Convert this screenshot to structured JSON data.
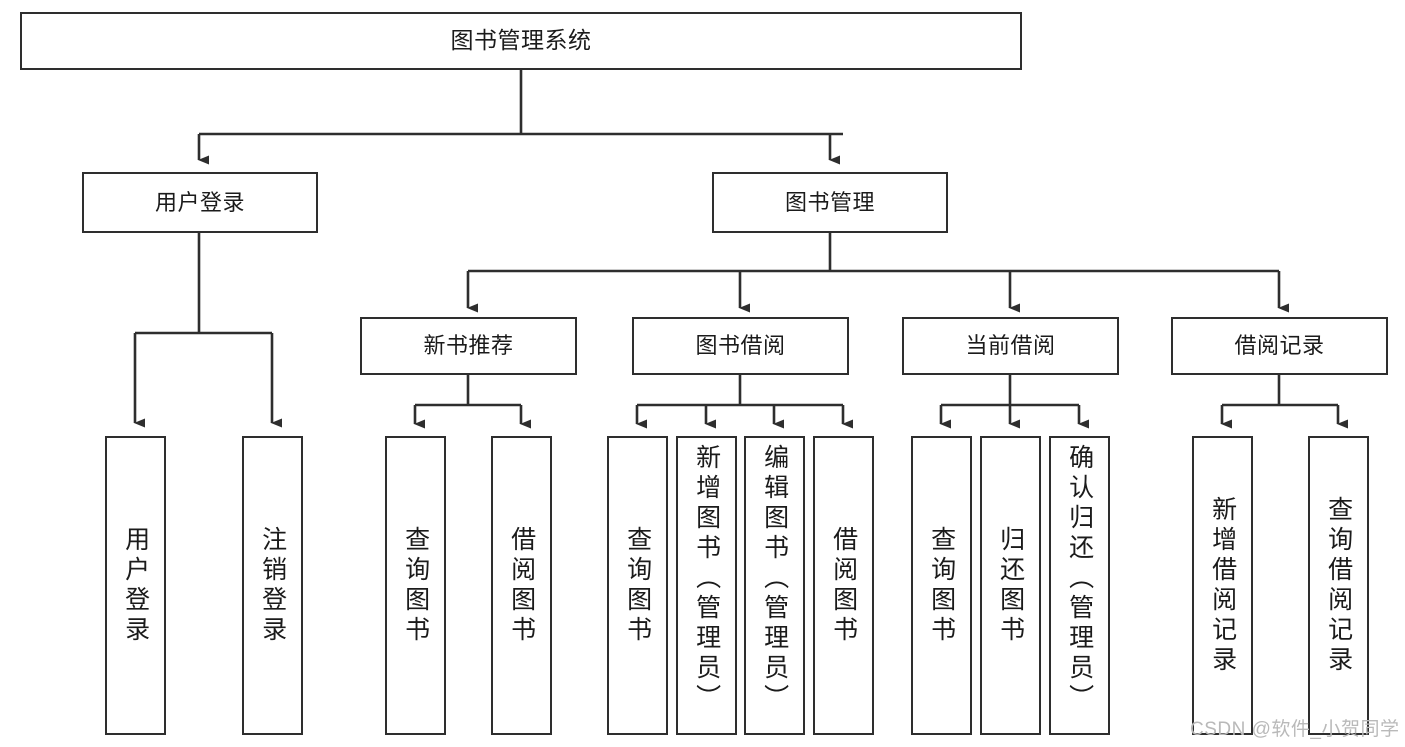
{
  "diagram": {
    "title": "图书管理系统",
    "type": "hierarchy-tree",
    "levels": {
      "root": {
        "label": "图书管理系统"
      },
      "level2": [
        {
          "id": "user-login",
          "label": "用户登录"
        },
        {
          "id": "book-manage",
          "label": "图书管理"
        }
      ],
      "level3": [
        {
          "id": "new-book-recommend",
          "label": "新书推荐",
          "parent": "book-manage"
        },
        {
          "id": "book-borrow",
          "label": "图书借阅",
          "parent": "book-manage"
        },
        {
          "id": "current-borrow",
          "label": "当前借阅",
          "parent": "book-manage"
        },
        {
          "id": "borrow-record",
          "label": "借阅记录",
          "parent": "book-manage"
        }
      ],
      "leaves": [
        {
          "id": "leaf-user-login",
          "label": "用户登录",
          "parent": "user-login"
        },
        {
          "id": "leaf-logout-login",
          "label": "注销登录",
          "parent": "user-login"
        },
        {
          "id": "leaf-query-book-1",
          "label": "查询图书",
          "parent": "new-book-recommend"
        },
        {
          "id": "leaf-borrow-book-1",
          "label": "借阅图书",
          "parent": "new-book-recommend"
        },
        {
          "id": "leaf-query-book-2",
          "label": "查询图书",
          "parent": "book-borrow"
        },
        {
          "id": "leaf-add-book",
          "label": "新增图书（管理员）",
          "parent": "book-borrow"
        },
        {
          "id": "leaf-edit-book",
          "label": "编辑图书（管理员）",
          "parent": "book-borrow"
        },
        {
          "id": "leaf-borrow-book-2",
          "label": "借阅图书",
          "parent": "book-borrow"
        },
        {
          "id": "leaf-query-book-3",
          "label": "查询图书",
          "parent": "current-borrow"
        },
        {
          "id": "leaf-return-book",
          "label": "归还图书",
          "parent": "current-borrow"
        },
        {
          "id": "leaf-confirm-return",
          "label": "确认归还（管理员）",
          "parent": "current-borrow"
        },
        {
          "id": "leaf-add-record",
          "label": "新增借阅记录",
          "parent": "borrow-record"
        },
        {
          "id": "leaf-query-record",
          "label": "查询借阅记录",
          "parent": "borrow-record"
        }
      ]
    },
    "colors": {
      "stroke": "#2e2e2e",
      "fill": "#ffffff",
      "text": "#1b1b1b",
      "watermark": "#b9b9b9"
    }
  },
  "watermark": {
    "text": "CSDN @软件_小贺同学"
  }
}
